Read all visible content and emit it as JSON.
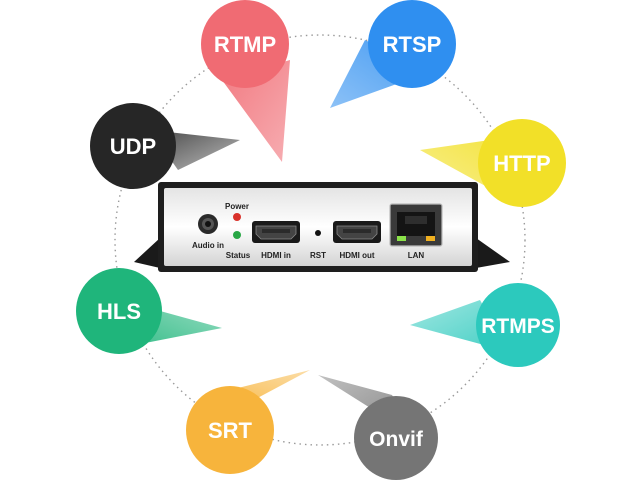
{
  "protocols": [
    {
      "id": "rtmp",
      "label": "RTMP",
      "color": "#f06b73"
    },
    {
      "id": "rtsp",
      "label": "RTSP",
      "color": "#2f8ff0"
    },
    {
      "id": "http",
      "label": "HTTP",
      "color": "#f2e028"
    },
    {
      "id": "rtmps",
      "label": "RTMPS",
      "color": "#2cc9bd"
    },
    {
      "id": "onvif",
      "label": "Onvif",
      "color": "#757575"
    },
    {
      "id": "srt",
      "label": "SRT",
      "color": "#f7b43c"
    },
    {
      "id": "hls",
      "label": "HLS",
      "color": "#1fb57b"
    },
    {
      "id": "udp",
      "label": "UDP",
      "color": "#262626"
    }
  ],
  "device": {
    "ports": {
      "audio_in": "Audio in",
      "power": "Power",
      "status": "Status",
      "hdmi_in": "HDMI in",
      "rst": "RST",
      "hdmi_out": "HDMI out",
      "lan": "LAN"
    }
  }
}
